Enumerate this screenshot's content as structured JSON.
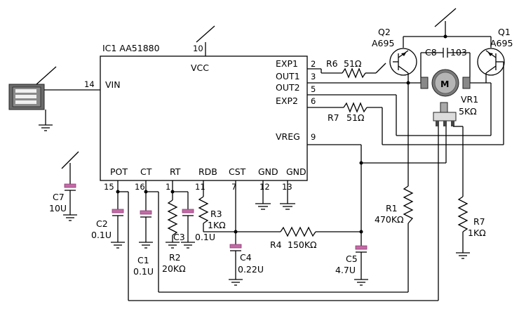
{
  "ic": {
    "title": "IC1 AA51880",
    "pins": {
      "vcc": "VCC",
      "vcc_num": "10",
      "vin": "VIN",
      "vin_num": "14",
      "exp1": "EXP1",
      "exp1_num": "2",
      "out1": "OUT1",
      "out1_num": "3",
      "out2": "OUT2",
      "out2_num": "5",
      "exp2": "EXP2",
      "exp2_num": "6",
      "vreg": "VREG",
      "vreg_num": "9",
      "pot": "POT",
      "pot_num": "15",
      "ct": "CT",
      "ct_num": "16",
      "rt": "RT",
      "rt_num": "1",
      "rdb": "RDB",
      "rdb_num": "11",
      "cst": "CST",
      "cst_num": "7",
      "gnd1": "GND",
      "gnd1_num": "12",
      "gnd2": "GND",
      "gnd2_num": "13"
    }
  },
  "components": {
    "q2_name": "Q2",
    "q2_part": "A695",
    "q1_name": "Q1",
    "q1_part": "A695",
    "c8_name": "C8",
    "c8_value": "103",
    "motor": "M",
    "vr1_name": "VR1",
    "vr1_value": "5KΩ",
    "r6_name": "R6",
    "r6_value": "51Ω",
    "r7a_name": "R7",
    "r7a_value": "51Ω",
    "r1_name": "R1",
    "r1_value": "470KΩ",
    "r7b_name": "R7",
    "r7b_value": "1KΩ",
    "r4_name": "R4",
    "r4_value": "150KΩ",
    "r3_name": "R3",
    "r3_value": "1KΩ",
    "r2_name": "R2",
    "r2_value": "20KΩ",
    "c7_name": "C7",
    "c7_value": "10U",
    "c2_name": "C2",
    "c2_value": "0.1U",
    "c1_name": "C1",
    "c1_value": "0.1U",
    "c3_name": "C3",
    "c3_value": "0.1U",
    "c4_name": "C4",
    "c4_value": "0.22U",
    "c5_name": "C5",
    "c5_value": "4.7U"
  },
  "colors": {
    "wire": "#000000",
    "capacitor": "#c46aa6",
    "switch_body": "#555555"
  }
}
